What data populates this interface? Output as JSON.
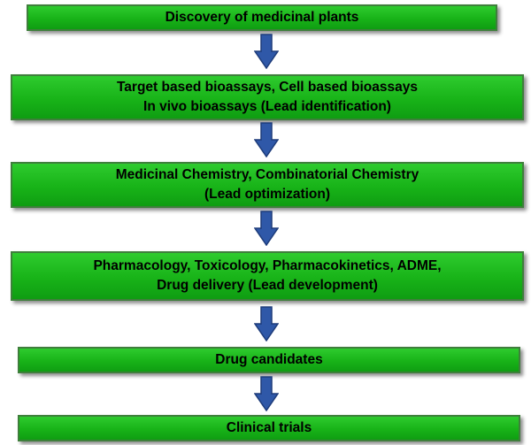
{
  "flowchart": {
    "steps": [
      {
        "lines": [
          "Discovery of medicinal plants"
        ]
      },
      {
        "lines": [
          "Target based bioassays, Cell based bioassays",
          "In vivo bioassays (Lead identification)"
        ]
      },
      {
        "lines": [
          "Medicinal Chemistry, Combinatorial Chemistry",
          "(Lead optimization)"
        ]
      },
      {
        "lines": [
          "Pharmacology, Toxicology, Pharmacokinetics, ADME,",
          "Drug delivery (Lead development)"
        ]
      },
      {
        "lines": [
          "Drug candidates"
        ]
      },
      {
        "lines": [
          "Clinical trials"
        ]
      }
    ],
    "colors": {
      "box_fill": "#1bb61b",
      "box_border": "#3f7f3c",
      "arrow_fill": "#2f58a8",
      "arrow_border": "#1e3c7a",
      "text": "#000000"
    }
  }
}
